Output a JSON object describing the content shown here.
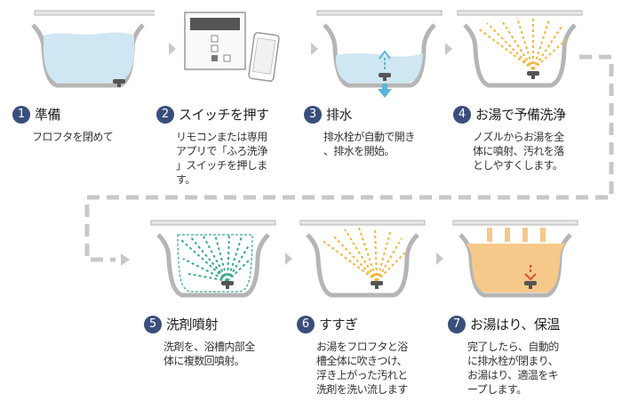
{
  "steps": [
    {
      "num": "1",
      "title": "準備",
      "desc": "フロフタを閉めて"
    },
    {
      "num": "2",
      "title": "スイッチを押す",
      "desc": "リモコンまたは専用\nアプリで「ふろ洗浄\n」スイッチを押しま\nす。"
    },
    {
      "num": "3",
      "title": "排水",
      "desc": "排水栓が自動で開き\n、排水を開始。"
    },
    {
      "num": "4",
      "title": "お湯で予備洗浄",
      "desc": "ノズルからお湯を全\n体に噴射、汚れを落\nとしやすくします。"
    },
    {
      "num": "5",
      "title": "洗剤噴射",
      "desc": "洗剤を、浴槽内部全\n体に複数回噴射。"
    },
    {
      "num": "6",
      "title": "すすぎ",
      "desc": "お湯をフロフタと浴\n槽全体に吹きつけ、\n浮き上がった汚れと\n洗剤を洗い流します"
    },
    {
      "num": "7",
      "title": "お湯はり、保温",
      "desc": "完了したら、自動的\nに排水栓が閉まり、\nお湯はり、適温をキ\nープします。"
    }
  ],
  "colors": {
    "badge": "#3a4e7c",
    "water": "#cfe6f3",
    "hot_water": "#f6c98a",
    "spray_yellow": "#f2b53a",
    "spray_green": "#3aa88a",
    "drain_arrow_blue": "#5bb5d8",
    "heat_arrow_red": "#e24a3b",
    "tub_outline": "#b5b5b5",
    "connector": "#c8c8c8"
  }
}
